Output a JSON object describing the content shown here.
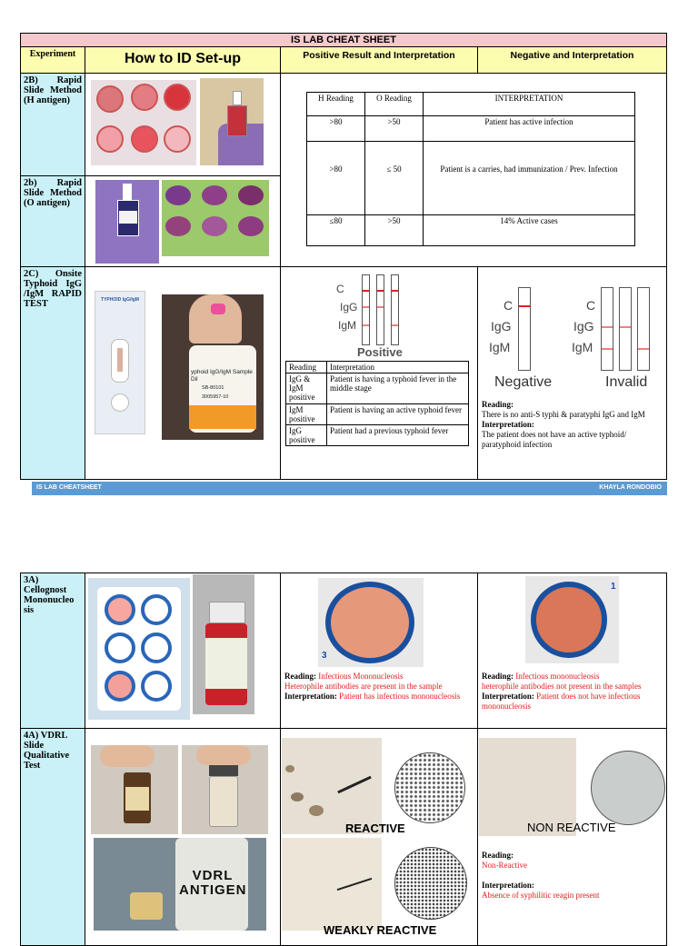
{
  "title": "IS LAB CHEAT SHEET",
  "headers": {
    "experiment": "Experiment",
    "setup": "How to ID Set-up",
    "positive": "Positive Result and Interpretation",
    "negative": "Negative and Interpretation"
  },
  "rows": {
    "r2b_h": "2B) Rapid Slide Method (H antigen)",
    "r2b_o": "2b) Rapid Slide Method (O antigen)",
    "r2c": "2C) Onsite Typhoid IgG /IgM RAPID TEST",
    "r3a": "3A) Cellognost Mononucleo sis",
    "r4a": "4A) VDRL Slide Qualitative Test"
  },
  "widal_table": {
    "header": [
      "H Reading",
      "O Reading",
      "INTERPRETATION"
    ],
    "rows": [
      [
        ">80",
        ">50",
        "Patient has active infection"
      ],
      [
        ">80",
        "≤ 50",
        "Patient is a carries, had immunization / Prev. Infection"
      ],
      [
        "≤80",
        ">50",
        "14% Active cases"
      ]
    ]
  },
  "typhoid": {
    "strip_labels": [
      "C",
      "IgG",
      "IgM"
    ],
    "positive_caption": "Positive",
    "negative_caption": "Negative",
    "invalid_caption": "Invalid",
    "table_header": [
      "Reading",
      "Interpretation"
    ],
    "table_rows": [
      [
        "IgG & IgM positive",
        "Patient is having a typhoid fever in the middle stage"
      ],
      [
        "IgM positive",
        "Patient is having an active typhoid fever"
      ],
      [
        "IgG positive",
        "Patient had a previous typhoid fever"
      ]
    ],
    "neg_reading_label": "Reading:",
    "neg_reading": "There is no anti-S typhi & paratyphi IgG and IgM",
    "neg_interp_label": "Interpretation:",
    "neg_interp": "The patient does not have an active typhoid/ paratyphoid infection"
  },
  "kit_labels": {
    "typhoid_cassette": "TYPHOID IgG/IgM",
    "bottle_label": "yphoid IgG/IgM Sample Dil",
    "bottle_lot1": "SB-80101",
    "bottle_lot2": "3005957-10"
  },
  "footer": {
    "left": "IS LAB CHEATSHEET",
    "right": "KHAYLA RONDOBIO"
  },
  "mono": {
    "reading_label": "Reading:",
    "interp_label": "Interpretation:",
    "pos_reading": "Infectious Mononucleosis",
    "pos_detail": "Heterophile antibodies are present in the sample",
    "pos_interp": "Patient has infectious mononucleosis",
    "neg_reading": "Infectious mononucleosis",
    "neg_detail": "heterophile antibodies not present in the samples",
    "neg_interp": "Patient does not have infectious mononucleosis",
    "photo_number": "3",
    "photo_number2": "1"
  },
  "vdrl": {
    "reactive": "REACTIVE",
    "non_reactive": "NON REACTIVE",
    "weakly_reactive": "WEAKLY REACTIVE",
    "reading_label": "Reading:",
    "reading": "Non-Reactive",
    "interp_label": "Interpretation:",
    "interp": "Absence of syphilitic reagin present",
    "bottle_text": "VDRL ANTIGEN"
  }
}
